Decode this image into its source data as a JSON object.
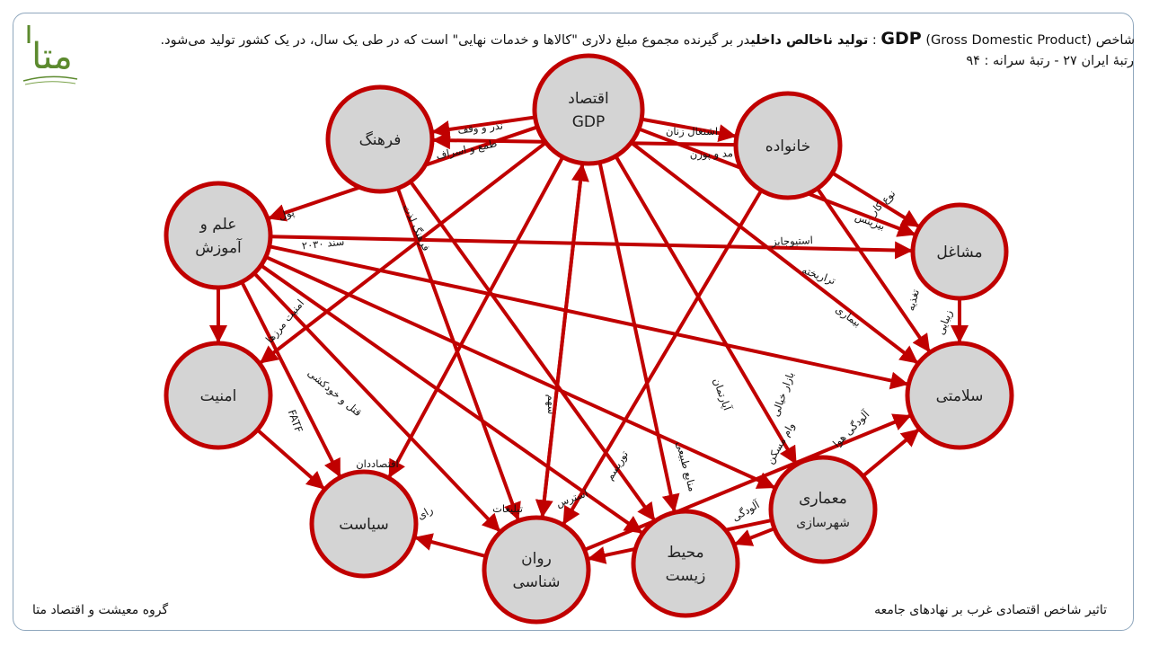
{
  "header": {
    "part1": "شاخص",
    "gdp": "GDP",
    "part2": "(Gross Domestic Product) :",
    "bold_title": "تولید ناخالص داخلی",
    "part3": "در بر گیرنده مجموع مبلغ دلاری \"کالاها و خدمات نهایی\" است که در طی یک سال، در یک کشور تولید می‌شود."
  },
  "rank": "رتبهٔ ایران ۲۷  - رتبهٔ سرانه : ۹۴",
  "logo": {
    "text": "متا",
    "color": "#5c8a2e"
  },
  "footer": {
    "left": "گروه معیشت و اقتصاد متا",
    "right": "تاثیر شاخص اقتصادی غرب بر نهادهای جامعه"
  },
  "colors": {
    "edge": "#c00000",
    "node_fill": "#d4d4d4",
    "node_stroke": "#c00000"
  },
  "nodes": [
    {
      "id": "gdp",
      "lines": [
        "اقتصاد",
        "GDP"
      ]
    },
    {
      "id": "farhang",
      "lines": [
        "فرهنگ"
      ]
    },
    {
      "id": "khanevade",
      "lines": [
        "خانواده"
      ]
    },
    {
      "id": "elm",
      "lines": [
        "علم و",
        "آموزش"
      ]
    },
    {
      "id": "mashaghel",
      "lines": [
        "مشاغل"
      ]
    },
    {
      "id": "amniat",
      "lines": [
        "امنیت"
      ]
    },
    {
      "id": "salamati",
      "lines": [
        "سلامتی"
      ]
    },
    {
      "id": "siasat",
      "lines": [
        "سیاست"
      ]
    },
    {
      "id": "memari",
      "lines": [
        "معماری",
        "شهرسازی"
      ]
    },
    {
      "id": "ravan",
      "lines": [
        "روان",
        "شناسی"
      ]
    },
    {
      "id": "mohit",
      "lines": [
        "محیط",
        "زیست"
      ]
    }
  ],
  "edge_labels": [
    {
      "id": "nazr",
      "text": "نذر و وقف"
    },
    {
      "id": "tama",
      "text": "طمع و اسراف"
    },
    {
      "id": "eshteghal",
      "text": "اشتغال زنان"
    },
    {
      "id": "mod",
      "text": "مد و پوزن"
    },
    {
      "id": "pool",
      "text": "پول"
    },
    {
      "id": "sanad",
      "text": "سند ۲۰۳۰"
    },
    {
      "id": "farhang_lezat",
      "text": "فرهنگ لذت"
    },
    {
      "id": "noe_kar",
      "text": "نوع کار"
    },
    {
      "id": "biznes",
      "text": "بیزینس"
    },
    {
      "id": "stiojabz",
      "text": "استیوجابز"
    },
    {
      "id": "tarariakhte",
      "text": "تراریخته"
    },
    {
      "id": "bimari",
      "text": "بیماری"
    },
    {
      "id": "taghzie",
      "text": "تغذیه"
    },
    {
      "id": "zibaei",
      "text": "زیبایی"
    },
    {
      "id": "marzha",
      "text": "امنیت مرزها"
    },
    {
      "id": "ghatl",
      "text": "قتل و خودکشی"
    },
    {
      "id": "fatf",
      "text": "FATF"
    },
    {
      "id": "eghtesaddan",
      "text": "اقتصاددان"
    },
    {
      "id": "ray",
      "text": "رای"
    },
    {
      "id": "tablighat",
      "text": "تبلیغات"
    },
    {
      "id": "estres",
      "text": "استرس"
    },
    {
      "id": "tourism",
      "text": "توریسم"
    },
    {
      "id": "sahm",
      "text": "سهم"
    },
    {
      "id": "apartman",
      "text": "آپارتمان"
    },
    {
      "id": "manabe",
      "text": "منابع طبیعی"
    },
    {
      "id": "bazar",
      "text": "بازار خیالی"
    },
    {
      "id": "vam",
      "text": "وام مسکن"
    },
    {
      "id": "aloodegi_hava",
      "text": "آلودگی هوا"
    },
    {
      "id": "aloodegi",
      "text": "آلودگی"
    }
  ]
}
